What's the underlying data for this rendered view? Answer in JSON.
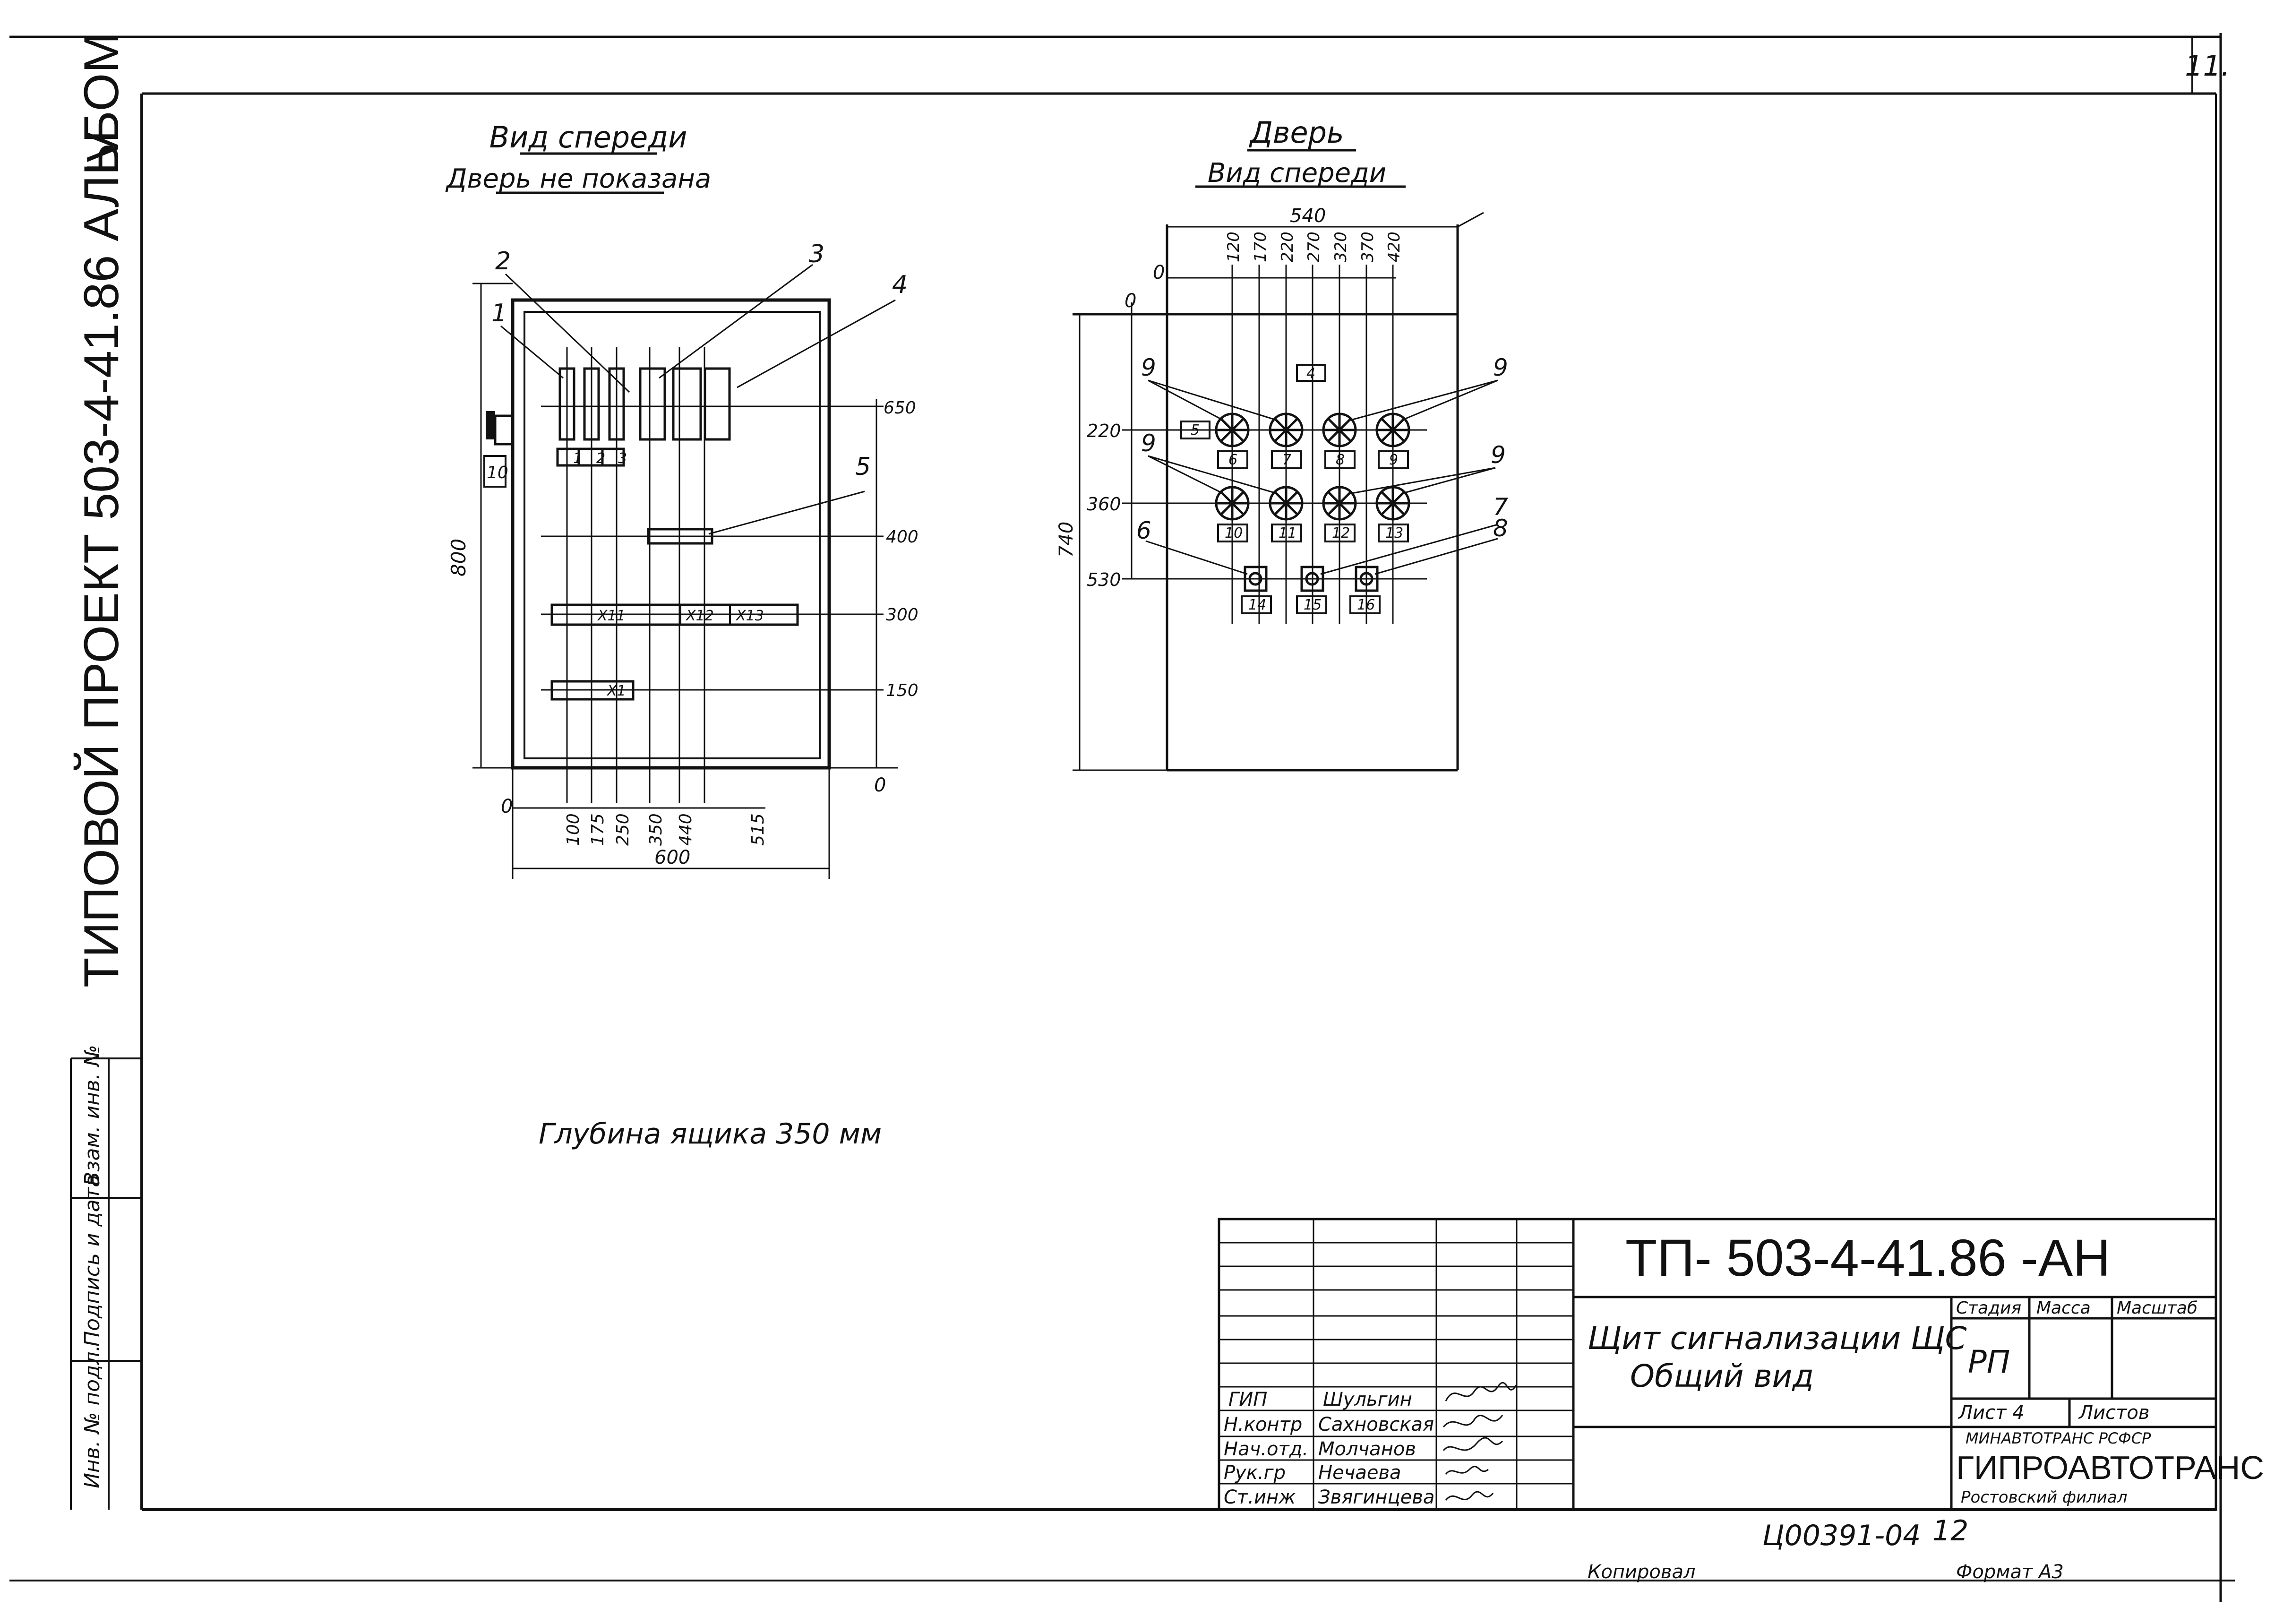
{
  "sheet_number": "11.",
  "side_title": "ТИПОВОЙ ПРОЕКТ 503-4-41.86 АЛЬБОМ",
  "album_roman": "IV",
  "left_strip": [
    "Инв. № подл.",
    "Подпись и дата",
    "Взам. инв. №"
  ],
  "front_view": {
    "title": "Вид спереди",
    "subtitle": "Дверь не показана",
    "dim_width": "600",
    "dim_height": "800",
    "x_zero": "0",
    "y_zero": "0",
    "x_ticks": [
      "100",
      "175",
      "250",
      "350",
      "440",
      "515"
    ],
    "y_ticks": [
      "650",
      "400",
      "300",
      "150"
    ],
    "callouts": [
      "1",
      "2",
      "3",
      "4",
      "5",
      "10"
    ],
    "small_labels": [
      "1",
      "2",
      "3"
    ],
    "terminal_labels": [
      "Х11",
      "Х12",
      "Х13",
      "Х1"
    ]
  },
  "door_view": {
    "title": "Дверь",
    "subtitle": "Вид спереди",
    "dim_width": "540",
    "dim_height": "740",
    "x_zero": "0",
    "y_zero": "0",
    "x_ticks": [
      "120",
      "170",
      "220",
      "270",
      "320",
      "370",
      "420"
    ],
    "y_ticks": [
      "220",
      "360",
      "530"
    ],
    "callouts": [
      "9",
      "9",
      "9",
      "9",
      "6",
      "7",
      "8"
    ],
    "box_labels": [
      "4",
      "5",
      "6",
      "7",
      "8",
      "9",
      "10",
      "11",
      "12",
      "13",
      "14",
      "15",
      "16"
    ]
  },
  "depth_note": "Глубина ящика 350 мм",
  "title_block": {
    "code": "ТП- 503-4-41.86 -АН",
    "name_line1": "Щит сигнализации ЩС",
    "name_line2": "Общий вид",
    "headers": {
      "stage": "Стадия",
      "mass": "Масса",
      "scale": "Масштаб"
    },
    "stage_value": "РП",
    "sheet": "Лист 4",
    "sheets": "Листов",
    "org_line1": "МИНАВТОТРАНС РСФСР",
    "org_line2": "ГИПРОАВТОТРАНС",
    "org_line3": "Ростовский филиал",
    "roles": [
      {
        "role": "ГИП",
        "name": "Шульгин"
      },
      {
        "role": "Н.контр",
        "name": "Сахновская"
      },
      {
        "role": "Нач.отд.",
        "name": "Молчанов"
      },
      {
        "role": "Рук.гр",
        "name": "Нечаева"
      },
      {
        "role": "Ст.инж",
        "name": "Звягинцева"
      }
    ]
  },
  "bottom": {
    "doc_number": "Ц00391-04",
    "doc_page": "12",
    "copied": "Копировал",
    "format": "Формат А3"
  }
}
